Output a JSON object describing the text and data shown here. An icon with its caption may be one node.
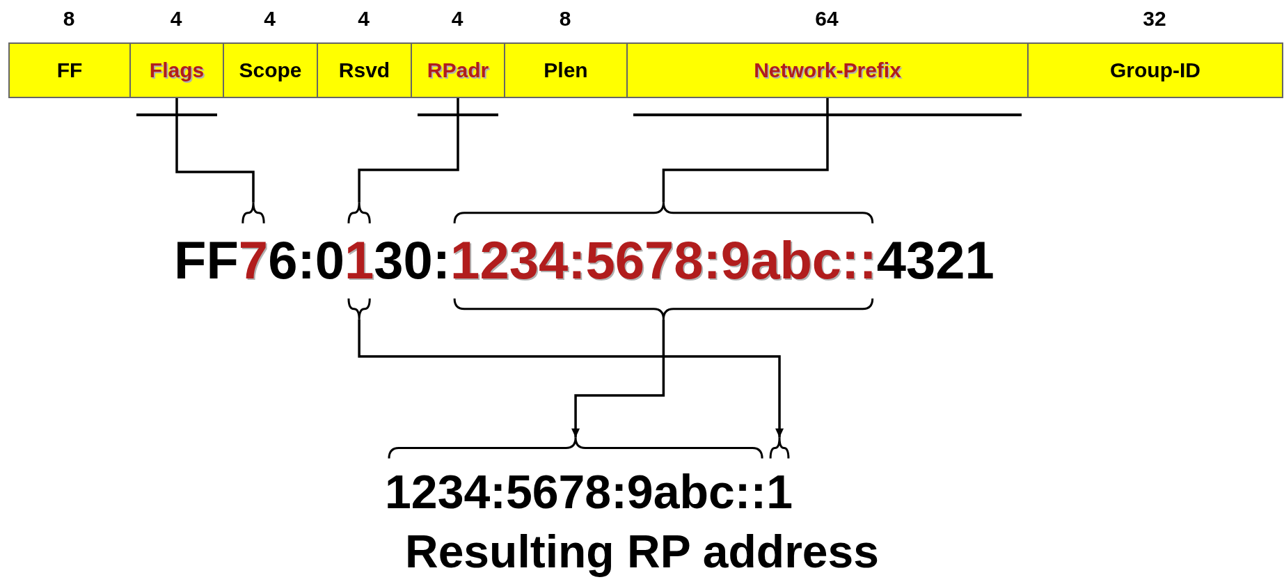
{
  "diagram": {
    "nodes": [
      {
        "text": [
          "FF"
        ],
        "beside": [
          "8"
        ]
      },
      {
        "text": [
          "Flags"
        ],
        "beside": [
          "4"
        ]
      },
      {
        "text": [
          "Scope"
        ],
        "beside": [
          "4"
        ]
      },
      {
        "text": [
          "Rsvd"
        ],
        "beside": [
          "4"
        ]
      },
      {
        "text": [
          "RPadr"
        ],
        "beside": [
          "4"
        ]
      },
      {
        "text": [
          "Plen"
        ],
        "beside": [
          "8"
        ]
      },
      {
        "text": [
          "Network-Prefix"
        ],
        "beside": [
          "64"
        ]
      },
      {
        "text": [
          "Group-ID"
        ],
        "beside": [
          "32"
        ]
      },
      {
        "text": [
          "FF"
        ]
      },
      {
        "text": [
          "7"
        ]
      },
      {
        "text": [
          "6:0"
        ]
      },
      {
        "text": [
          "1"
        ]
      },
      {
        "text": [
          "30:"
        ]
      },
      {
        "text": [
          "1234:5678:9abc::"
        ]
      },
      {
        "text": [
          "4321"
        ]
      },
      {
        "text": [
          "1234:5678:9abc::"
        ]
      },
      {
        "text": [
          "1"
        ]
      }
    ],
    "edges": [
      {
        "from": 1,
        "to": 9,
        "arrow": "none"
      },
      {
        "from": 4,
        "to": 11,
        "arrow": "none"
      },
      {
        "from": 6,
        "to": 13,
        "arrow": "none"
      },
      {
        "from": 13,
        "to": 15,
        "arrow": "to"
      },
      {
        "from": 11,
        "to": 16,
        "arrow": "to"
      }
    ],
    "labels": [
      "Resulting RP address"
    ]
  }
}
